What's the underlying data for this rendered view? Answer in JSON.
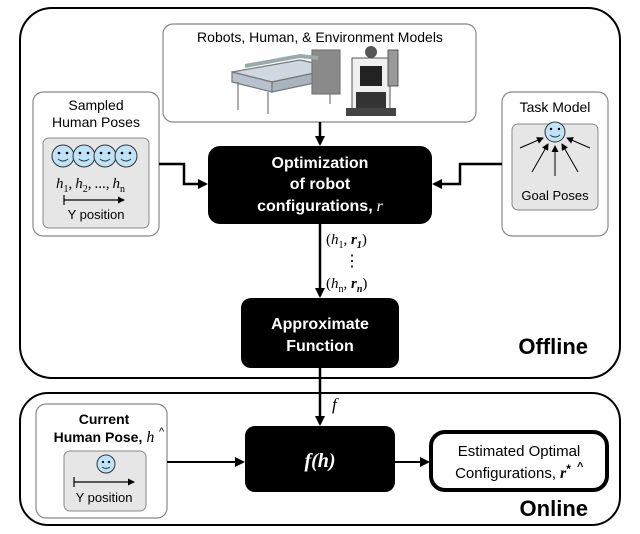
{
  "models": {
    "title": "Robots, Human, & Environment Models"
  },
  "sampled": {
    "title_line1": "Sampled",
    "title_line2": "Human Poses",
    "h1": "h",
    "h1_sub": "1",
    "h2": "h",
    "h2_sub": "2",
    "ellipsis": "...",
    "hn": "h",
    "hn_sub": "n",
    "comma": ",",
    "axis_label": "Y position"
  },
  "task": {
    "title": "Task Model",
    "goal_label": "Goal Poses"
  },
  "optimization": {
    "line1": "Optimization",
    "line2": "of robot",
    "line3": "configurations,",
    "var": "r"
  },
  "pairs": {
    "first_h": "h",
    "first_h_sub": "1",
    "first_r": "r",
    "first_r_sub": "1",
    "vdots": "⋮",
    "last_h": "h",
    "last_h_sub": "n",
    "last_r": "r",
    "last_r_sub": "n"
  },
  "approx": {
    "line1": "Approximate",
    "line2": "Function"
  },
  "offline_label": "Offline",
  "online_label": "Online",
  "f_label": "f",
  "fh_label": "f(h)",
  "current": {
    "line1": "Current",
    "line2": "Human Pose,",
    "var": "h",
    "hat": "^",
    "axis_label": "Y position"
  },
  "estimated": {
    "line1": "Estimated Optimal",
    "line2": "Configurations,",
    "var": "r",
    "hat": "^",
    "star": "*"
  },
  "colors": {
    "block": "#000000",
    "face": "#bfe3f7",
    "panel": "#e6e6e6"
  }
}
